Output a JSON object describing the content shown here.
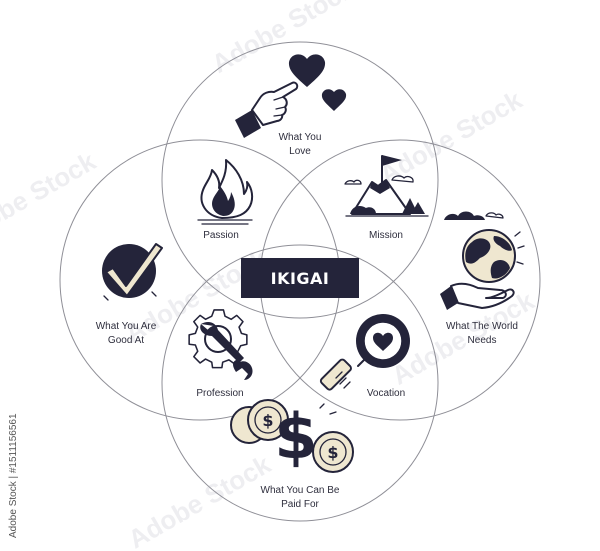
{
  "diagram": {
    "center_label": "IKIGAI",
    "outer_labels": {
      "love": [
        "What You",
        "Love"
      ],
      "good_at": [
        "What You Are",
        "Good At"
      ],
      "world_needs": [
        "What The World",
        "Needs"
      ],
      "paid_for": [
        "What You Can Be",
        "Paid For"
      ]
    },
    "overlap_labels": {
      "passion": "Passion",
      "mission": "Mission",
      "profession": "Profession",
      "vocation": "Vocation"
    },
    "icons": {
      "love": "pointing-hand-hearts-icon",
      "passion": "flame-icon",
      "mission": "mountain-flag-icon",
      "world_needs": "globe-in-hand-icon",
      "good_at": "checkmark-icon",
      "profession": "gear-wrench-icon",
      "vocation": "magnifier-heart-icon",
      "paid_for": "dollar-coins-icon"
    }
  },
  "watermark": {
    "side_id": "Adobe Stock | #1511156561"
  },
  "colors": {
    "ink": "#24243a",
    "circle_stroke": "#8f8f97",
    "center_box": "#24243a",
    "coin": "#efe7d0",
    "background": "#ffffff"
  }
}
